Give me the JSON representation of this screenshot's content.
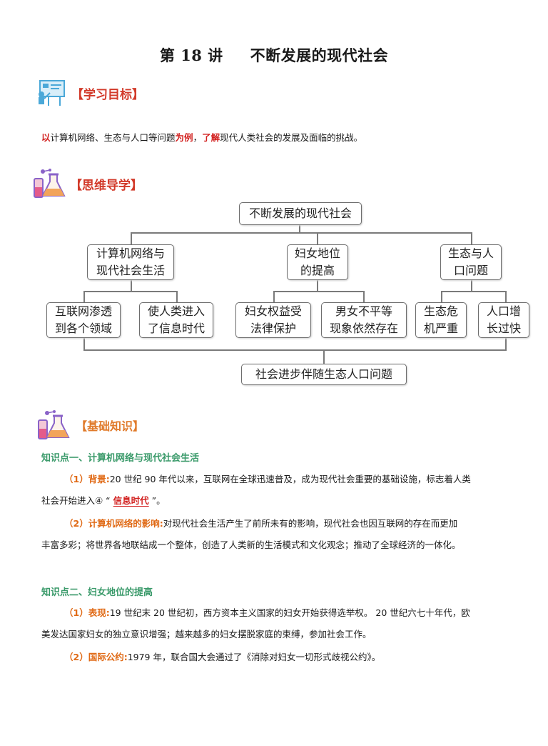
{
  "title": {
    "lesson": "第 18 讲",
    "topic": "不断发展的现代社会"
  },
  "sections": {
    "goals": {
      "label": "【学习目标】"
    },
    "mindmap": {
      "label": "【思维导学】"
    },
    "basics": {
      "label": "【基础知识】"
    }
  },
  "goals_text": {
    "p1": "以",
    "p2": "计算机网络、生态与人口等问题",
    "p3": "为例",
    "p4": "，",
    "p5": "了解",
    "p6": "现代人类社会的发展及面临的挑战。"
  },
  "mindmap": {
    "root": "不断发展的现代社会",
    "b1": [
      "计算机网络与",
      "现代社会生活"
    ],
    "b2": [
      "妇女地位",
      "的提高"
    ],
    "b3": [
      "生态与人",
      "口问题"
    ],
    "l1": [
      "互联网渗透",
      "到各个领域"
    ],
    "l2": [
      "使人类进入",
      "了信息时代"
    ],
    "l3": [
      "妇女权益受",
      "法律保护"
    ],
    "l4": [
      "男女不平等",
      "现象依然存在"
    ],
    "l5": [
      "生态危",
      "机严重"
    ],
    "l6": [
      "人口增",
      "长过快"
    ],
    "bottom": "社会进步伴随生态人口问题"
  },
  "kp1": {
    "title": "知识点一、计算机网络与现代社会生活",
    "i1_label": "（1）背景:",
    "i1_text": "20 世纪 90 年代以来，互联网在全球迅速普及，成为现代社会重要的基础设施，标志着人类",
    "i1_text2": "社会开始进入④ “",
    "i1_answer": "信息时代",
    "i1_text3": "”。",
    "i2_label": "（2）计算机网络的影响:",
    "i2_text": "对现代社会生活产生了前所未有的影响，现代社会也因互联网的存在而更加",
    "i2_text2": "丰富多彩；将世界各地联结成一个整体，创造了人类新的生活模式和文化观念；推动了全球经济的一体化。"
  },
  "kp2": {
    "title": "知识点二、妇女地位的提高",
    "i1_label": "（1）表现:",
    "i1_text": "19 世纪末 20 世纪初，西方资本主义国家的妇女开始获得选举权。 20 世纪六七十年代，欧",
    "i1_text2": "美发达国家妇女的独立意识增强；越来越多的妇女摆脱家庭的束缚，参加社会工作。",
    "i2_label": "（2）国际公约:",
    "i2_text": "1979 年，联合国大会通过了《消除对妇女一切形式歧视公约》。"
  }
}
